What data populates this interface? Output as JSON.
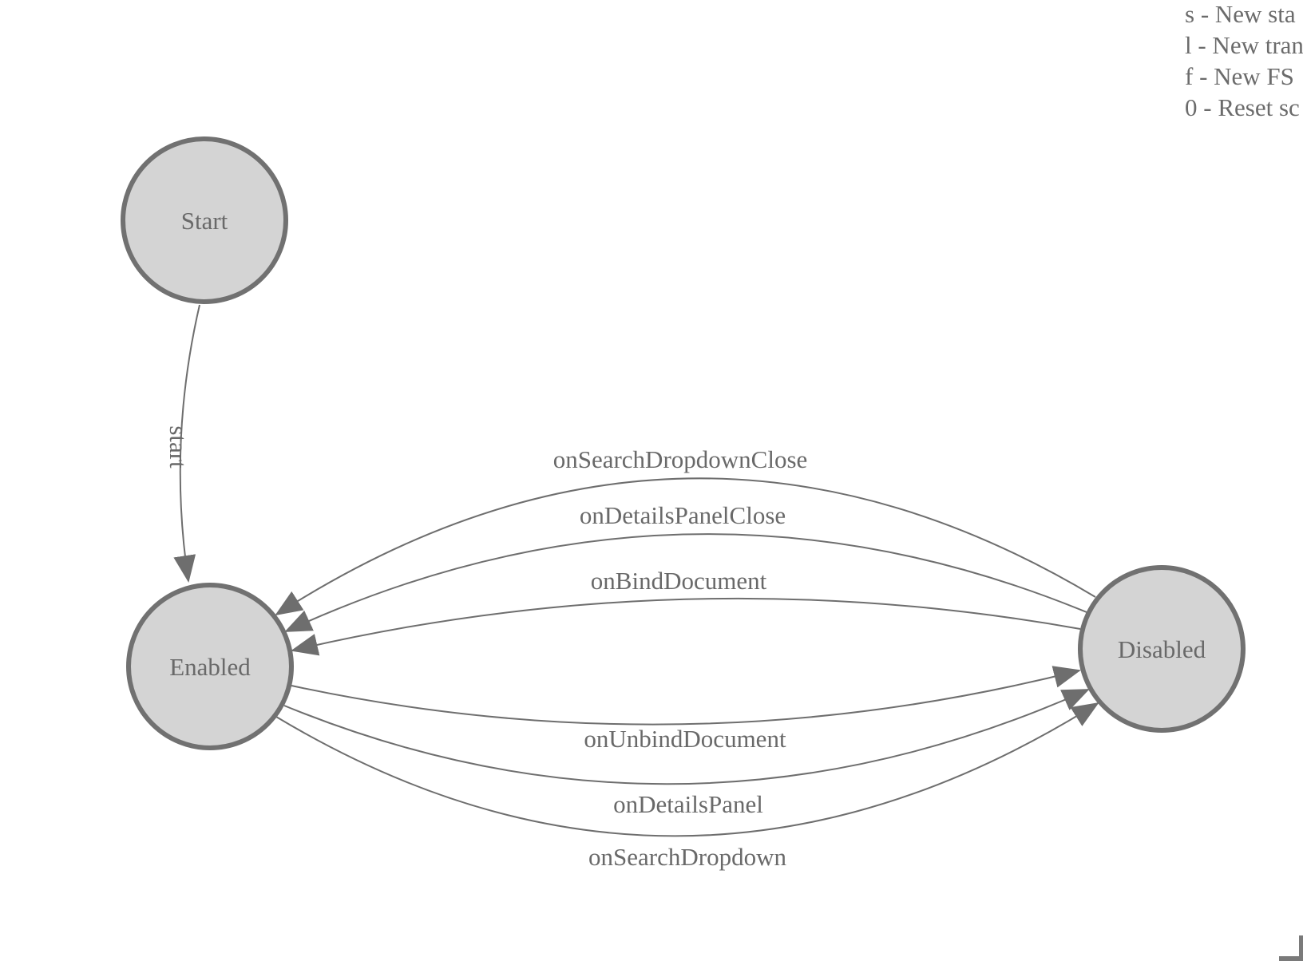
{
  "diagram": {
    "nodes": [
      {
        "id": "start",
        "label": "Start"
      },
      {
        "id": "enabled",
        "label": "Enabled"
      },
      {
        "id": "disabled",
        "label": "Disabled"
      }
    ],
    "edges": [
      {
        "label": "start",
        "from": "Start",
        "to": "Enabled"
      },
      {
        "label": "onSearchDropdownClose",
        "from": "Disabled",
        "to": "Enabled"
      },
      {
        "label": "onDetailsPanelClose",
        "from": "Disabled",
        "to": "Enabled"
      },
      {
        "label": "onBindDocument",
        "from": "Disabled",
        "to": "Enabled"
      },
      {
        "label": "onUnbindDocument",
        "from": "Enabled",
        "to": "Disabled"
      },
      {
        "label": "onDetailsPanel",
        "from": "Enabled",
        "to": "Disabled"
      },
      {
        "label": "onSearchDropdown",
        "from": "Enabled",
        "to": "Disabled"
      }
    ]
  },
  "legend": {
    "items": [
      "s - New sta",
      "l - New tran",
      "f - New FS",
      "0 - Reset sc"
    ]
  },
  "colors": {
    "node_fill": "#d4d4d4",
    "node_stroke": "#717171",
    "edge_stroke": "#6e6e6e",
    "text": "#696969"
  }
}
